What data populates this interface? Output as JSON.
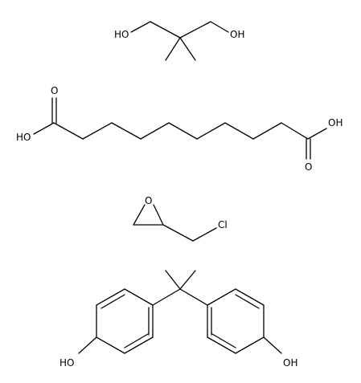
{
  "molecules": [
    {
      "id": "neopentyl-glycol",
      "atom_labels": {
        "ho_left": "HO",
        "oh_right": "OH"
      }
    },
    {
      "id": "decanedioic-acid",
      "atom_labels": {
        "o_left": "O",
        "ho_left": "HO",
        "oh_right": "OH",
        "o_right": "O"
      }
    },
    {
      "id": "epichlorohydrin",
      "atom_labels": {
        "o_ring": "O",
        "cl": "Cl"
      }
    },
    {
      "id": "bisphenol-a",
      "atom_labels": {
        "ho_left": "HO",
        "oh_right": "OH"
      }
    }
  ],
  "colors": {
    "bond": "#000000",
    "background": "#ffffff"
  }
}
